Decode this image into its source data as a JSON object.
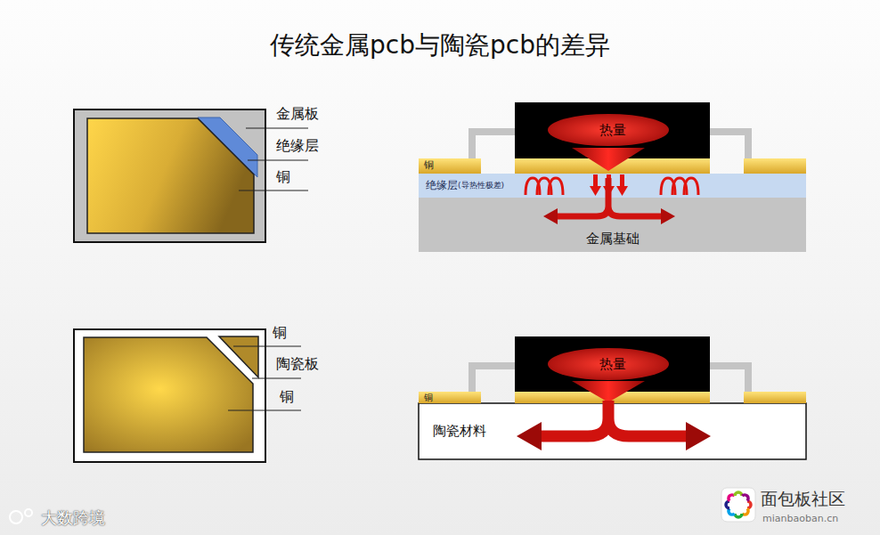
{
  "diagram": {
    "title": "传统金属pcb与陶瓷pcb的差异",
    "nodes": [
      {
        "text": [
          "热量"
        ]
      },
      {
        "text": [
          "铜"
        ]
      },
      {
        "text": [
          "绝缘层",
          "(导热性极差)"
        ]
      },
      {
        "text": [
          "金属基础"
        ]
      },
      {
        "text": [
          "热量"
        ]
      },
      {
        "text": [
          "铜"
        ]
      },
      {
        "text": [
          "陶瓷材料"
        ]
      }
    ],
    "labels": [
      "金属板",
      "绝缘层",
      "铜",
      "铜",
      "陶瓷板",
      "铜",
      "大数跨境",
      "面包板社区",
      "mianbaoban.cn"
    ]
  }
}
